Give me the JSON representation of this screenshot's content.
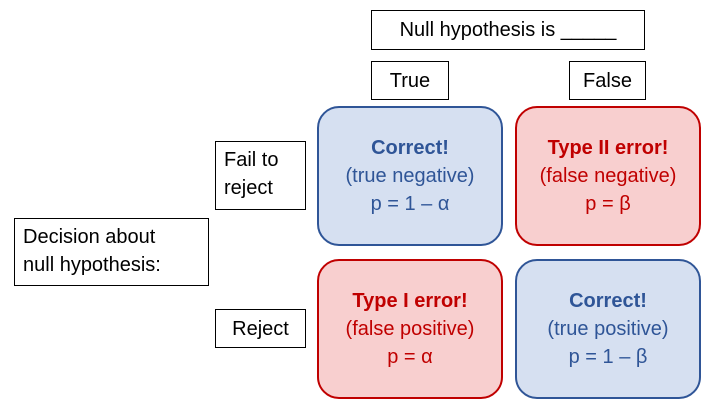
{
  "header": {
    "title": "Null hypothesis is _____",
    "columns": [
      "True",
      "False"
    ]
  },
  "rows": {
    "axis_label_line1": "Decision about",
    "axis_label_line2": "null hypothesis:",
    "fail_line1": "Fail to",
    "fail_line2": "reject",
    "reject": "Reject"
  },
  "cells": [
    {
      "title": "Correct!",
      "detail": "(true negative)",
      "prob": "p = 1 – α",
      "kind": "correct"
    },
    {
      "title": "Type II error!",
      "detail": "(false negative)",
      "prob": "p = β",
      "kind": "error"
    },
    {
      "title": "Type I error!",
      "detail": "(false positive)",
      "prob": "p = α",
      "kind": "error"
    },
    {
      "title": "Correct!",
      "detail": "(true positive)",
      "prob": "p = 1 – β",
      "kind": "correct"
    }
  ],
  "colors": {
    "correct_fill": "#d6e0f1",
    "correct_stroke": "#2f5597",
    "error_fill": "#f8cfcf",
    "error_stroke": "#c00000"
  }
}
